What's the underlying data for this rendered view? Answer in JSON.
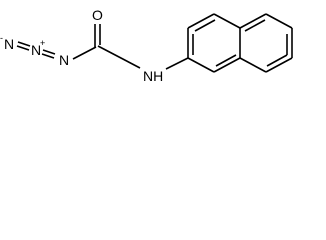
{
  "molecule": {
    "atoms": {
      "azide_n_terminal": "N",
      "azide_n_central": "N",
      "azide_n_inner": "N",
      "carbonyl_o": "O",
      "amide_nh": "NH"
    },
    "charges": {
      "azide_n_terminal": "-",
      "azide_n_central": "+"
    }
  }
}
